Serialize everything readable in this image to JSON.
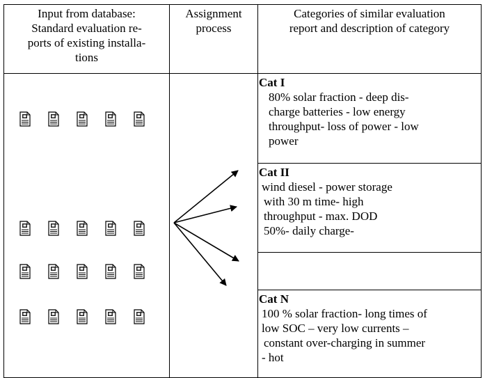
{
  "header": {
    "col1": [
      "Input from database:",
      "Standard evaluation re-",
      "ports of existing installa-",
      "tions"
    ],
    "col2": [
      "Assignment",
      "process"
    ],
    "col3": [
      "Categories of similar evaluation",
      "report and description of category"
    ]
  },
  "categories": [
    {
      "title": "Cat I",
      "lines": [
        "80% solar fraction - deep dis-",
        "charge batteries - low energy",
        "throughput- loss of power - low",
        "power"
      ]
    },
    {
      "title": "Cat II",
      "lines": [
        "wind diesel  - power storage",
        "with 30 m time- high",
        "throughput - max. DOD",
        "50%-  daily charge-"
      ]
    },
    {
      "title": "",
      "lines": []
    },
    {
      "title": "Cat N",
      "lines": [
        "100 % solar fraction- long times of",
        "low SOC – very low currents –",
        "constant over-charging in summer",
        "- hot"
      ]
    }
  ],
  "document_rows": [
    5,
    5,
    5,
    5
  ],
  "icons": {
    "document": "document-icon",
    "arrow": "assignment-arrow"
  }
}
